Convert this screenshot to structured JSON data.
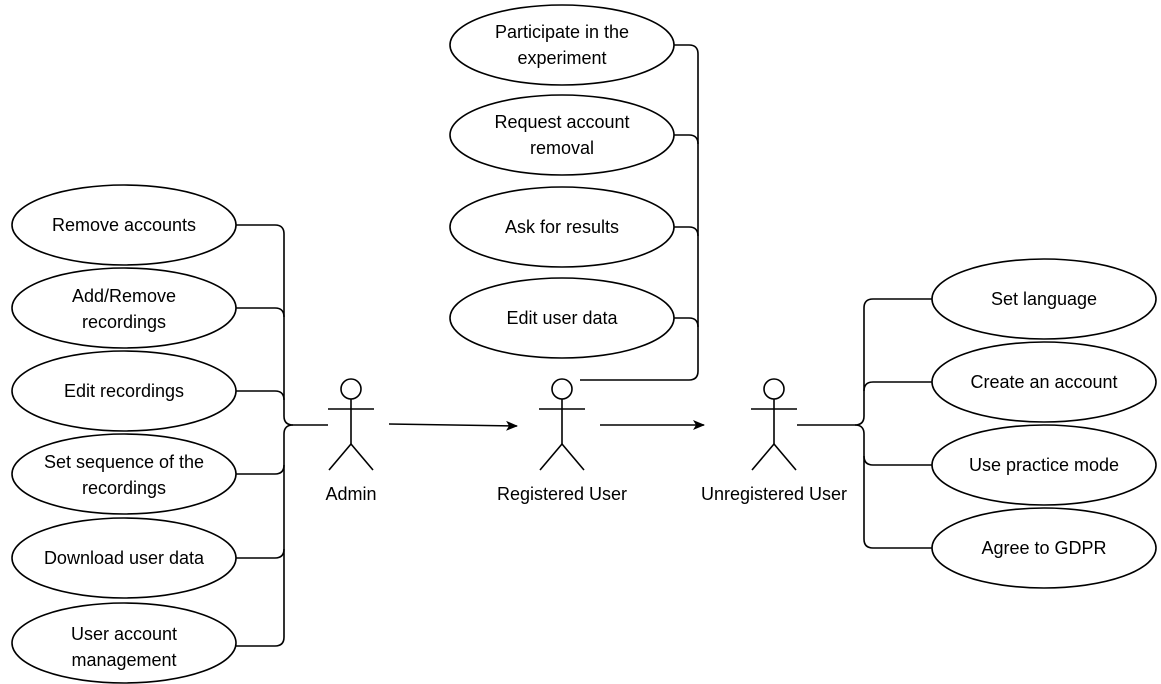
{
  "actors": {
    "admin": "Admin",
    "registered": "Registered User",
    "unregistered": "Unregistered User"
  },
  "admin_use_cases": [
    [
      "Remove accounts"
    ],
    [
      "Add/Remove",
      "recordings"
    ],
    [
      "Edit recordings"
    ],
    [
      "Set sequence of the",
      "recordings"
    ],
    [
      "Download user data"
    ],
    [
      "User account",
      "management"
    ]
  ],
  "registered_use_cases": [
    [
      "Participate in the",
      "experiment"
    ],
    [
      "Request account",
      "removal"
    ],
    [
      "Ask for results"
    ],
    [
      "Edit user data"
    ]
  ],
  "unregistered_use_cases": [
    [
      "Set language"
    ],
    [
      "Create an account"
    ],
    [
      "Use practice mode"
    ],
    [
      "Agree to GDPR"
    ]
  ]
}
